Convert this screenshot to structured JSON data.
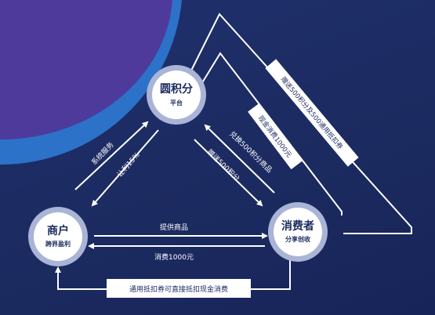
{
  "nodes": {
    "platform": {
      "title": "圆积分",
      "sub": "平台"
    },
    "merchant": {
      "title": "商户",
      "sub": "跨界盈利"
    },
    "consumer": {
      "title": "消费者",
      "sub": "分享创收"
    }
  },
  "edges": {
    "system_service": "系统服务",
    "profit_share": "让利15%",
    "exchange_points": "兑换500积分商品",
    "gift_points": "赠送500积分",
    "provide_goods": "提供商品",
    "consume": "消费1000元",
    "cash_consume": "现金消费1000元",
    "gift_points_coupon": "赠送500积分及500通用抵扣券",
    "coupon_note": "通用抵扣券可直接抵扣现金消费"
  },
  "colors": {
    "background": "#1c2c64",
    "corner_purple": "#4e3a9a",
    "corner_blue": "#2b72c8",
    "node_fill": "#ffffff",
    "node_ring": "#a9b4d6",
    "line": "#ffffff"
  }
}
